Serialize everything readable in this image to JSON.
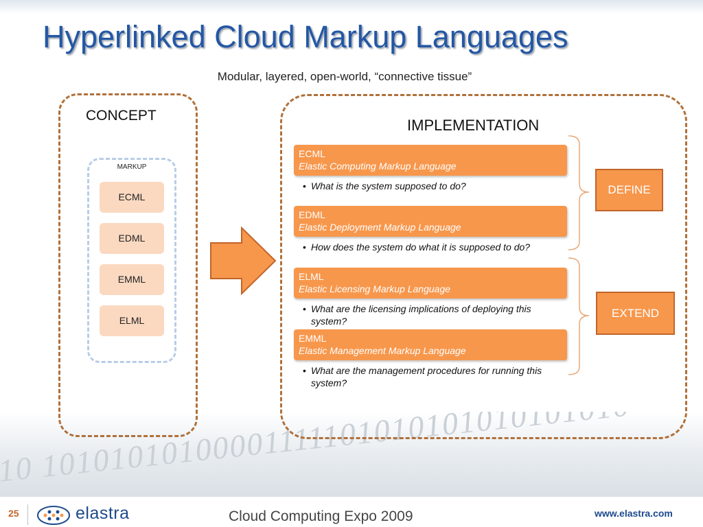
{
  "slide": {
    "title": "Hyperlinked Cloud Markup Languages",
    "subtitle": "Modular, layered, open-world, “connective tissue”",
    "binary_watermark": "10  10101010100001111101010101010101010"
  },
  "concept": {
    "label": "CONCEPT",
    "markup_label": "MARKUP",
    "items": [
      "ECML",
      "EDML",
      "EMML",
      "ELML"
    ]
  },
  "implementation": {
    "label": "IMPLEMENTATION",
    "languages": [
      {
        "abbr": "ECML",
        "name": "Elastic Computing Markup Language",
        "question": "What is the system supposed to do?"
      },
      {
        "abbr": "EDML",
        "name": "Elastic Deployment Markup Language",
        "question": "How does the system do what it is supposed to do?"
      },
      {
        "abbr": "ELML",
        "name": "Elastic Licensing Markup Language",
        "question": "What are the licensing implications of deploying this system?"
      },
      {
        "abbr": "EMML",
        "name": "Elastic Management Markup Language",
        "question": "What are the management procedures for running this system?"
      }
    ]
  },
  "groups": {
    "define": "DEFINE",
    "extend": "EXTEND"
  },
  "footer": {
    "slide_number": "25",
    "brand": "elastra",
    "event": "Cloud Computing Expo 2009",
    "url": "www.elastra.com"
  },
  "colors": {
    "title": "#2457a4",
    "accent_orange": "#f7974c",
    "dashed_border": "#b0703a",
    "markup_item": "#fbd9c0"
  }
}
